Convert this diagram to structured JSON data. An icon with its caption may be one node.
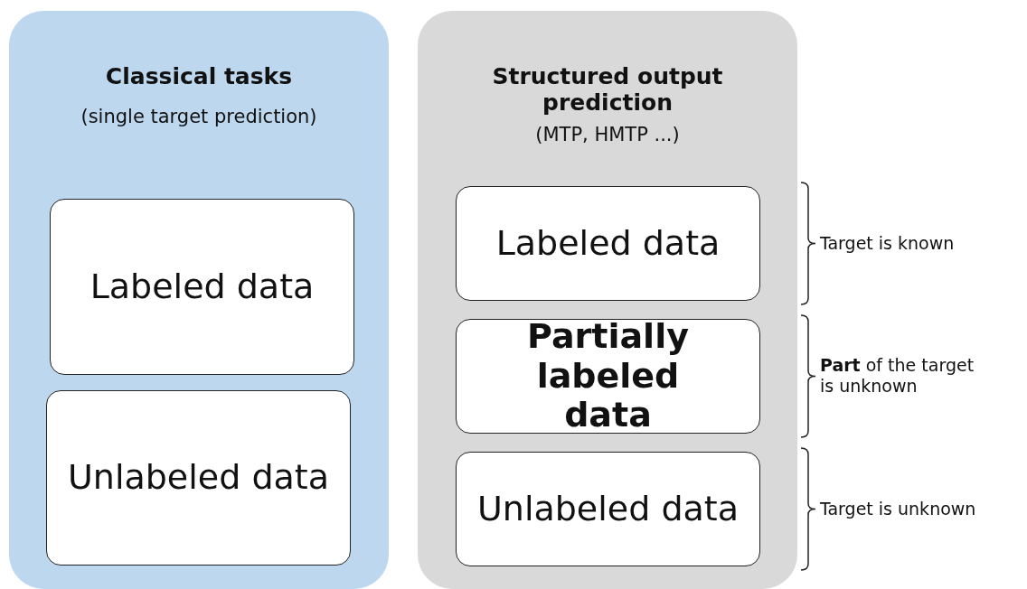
{
  "diagram": {
    "nodes": [
      {
        "text": [
          "Classical tasks",
          "(single target prediction)"
        ]
      },
      {
        "text": [
          "Labeled data"
        ],
        "in": 0
      },
      {
        "text": [
          "Unlabeled data"
        ],
        "in": 0
      },
      {
        "text": [
          "Structured output prediction",
          "(MTP, HMTP ...)"
        ]
      },
      {
        "text": [
          "Labeled data"
        ],
        "in": 3,
        "beside": [
          "Target is known"
        ]
      },
      {
        "text": [
          "Partially labeled data"
        ],
        "in": 3,
        "beside": [
          "**Part** of the target is unknown"
        ]
      },
      {
        "text": [
          "Unlabeled data"
        ],
        "in": 3,
        "beside": [
          "Target is unknown"
        ]
      }
    ],
    "edges": []
  }
}
